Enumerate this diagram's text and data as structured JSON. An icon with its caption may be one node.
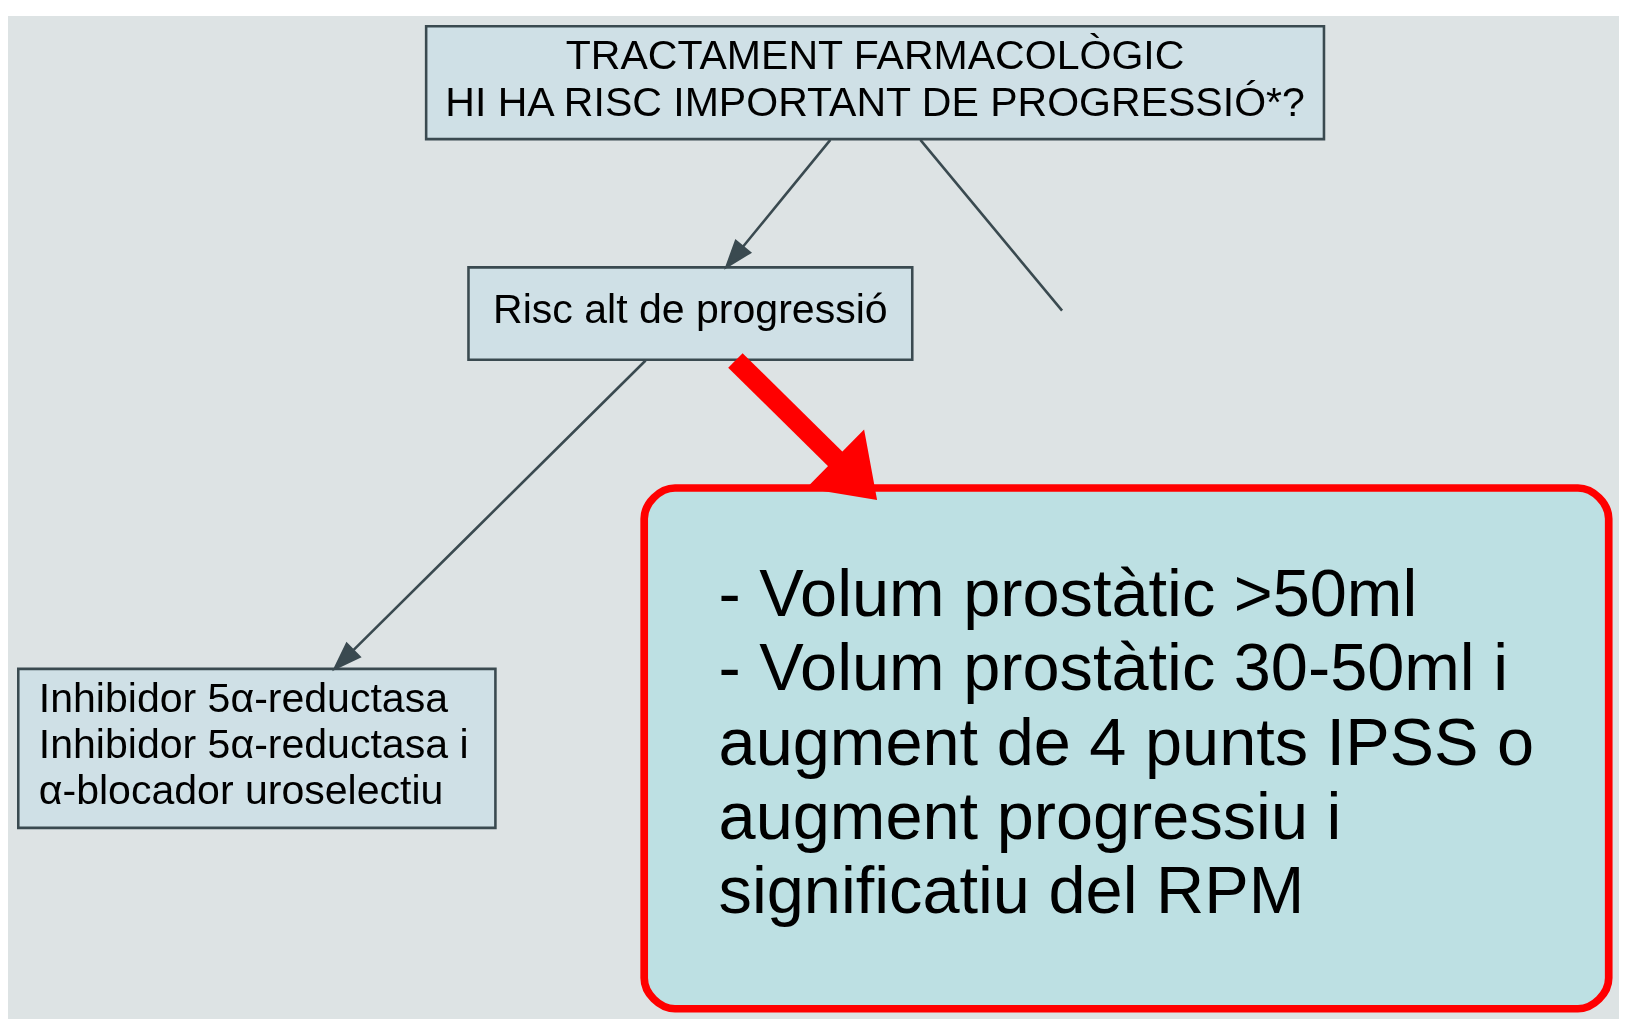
{
  "diagram": {
    "nodes": [
      {
        "text": [
          "TRACTAMENT FARMACOLÒGIC",
          "HI HA RISC IMPORTANT DE PROGRESSIÓ*?"
        ]
      },
      {
        "text": [
          "Risc alt de progressió"
        ]
      },
      {
        "text": [
          "Inhibidor 5α-reductasa",
          "Inhibidor 5α-reductasa i α-blocador uroselectiu"
        ]
      },
      {
        "text": [
          "- Volum prostàtic >50ml",
          "- Volum prostàtic 30-50ml i augment de 4 punts IPSS o augment progressiu i significatiu del RPM"
        ]
      }
    ],
    "edges": [
      {
        "from": 0,
        "to": null,
        "arrow": "none"
      },
      {
        "from": 0,
        "to": 1,
        "arrow": "to"
      },
      {
        "from": 1,
        "to": 2,
        "arrow": "to"
      },
      {
        "from": 1,
        "to": 3,
        "arrow": "to",
        "style": "thick",
        "color": "#ff0000"
      }
    ]
  }
}
